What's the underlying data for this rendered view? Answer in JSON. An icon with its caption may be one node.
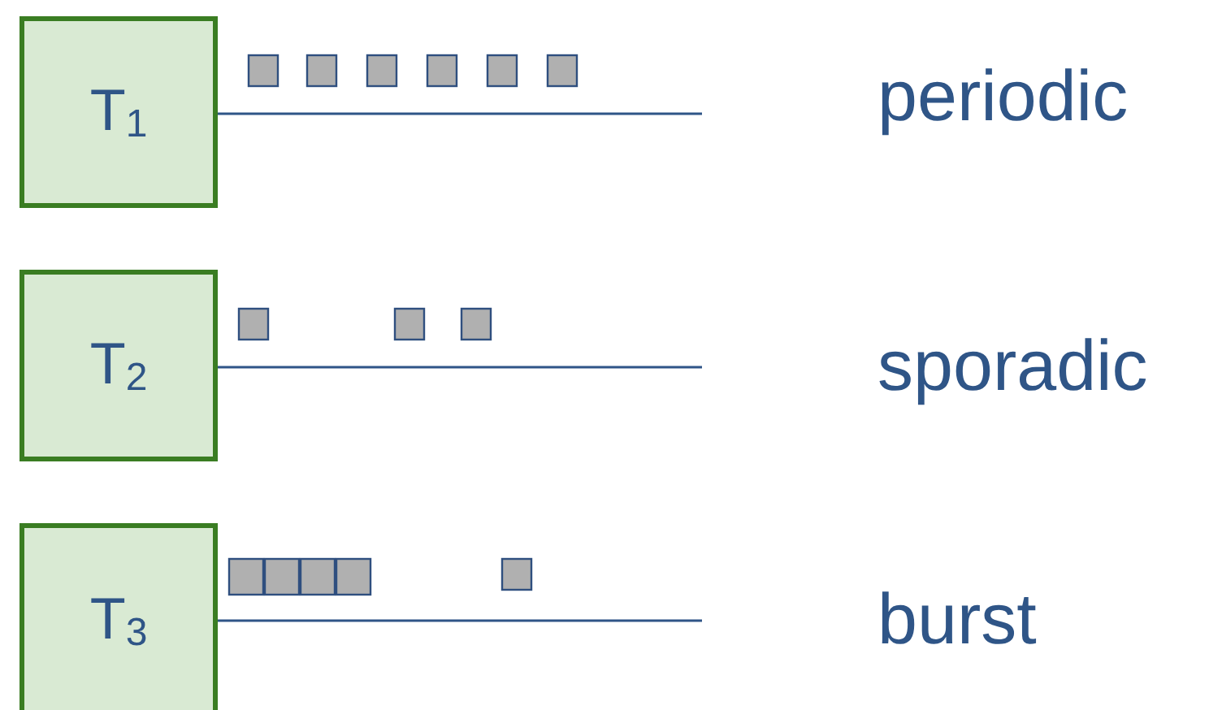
{
  "diagram": {
    "nodes": [
      {
        "text": [
          "T$_{1}$"
        ]
      },
      {
        "text": [
          "T$_{2}$"
        ]
      },
      {
        "text": [
          "T$_{3}$"
        ]
      }
    ],
    "edges": [
      {
        "from": 0,
        "to": null,
        "arrow": "none"
      },
      {
        "from": 1,
        "to": null,
        "arrow": "none"
      },
      {
        "from": 2,
        "to": null,
        "arrow": "none"
      }
    ],
    "labels": [
      "periodic",
      "sporadic",
      "burst"
    ]
  }
}
